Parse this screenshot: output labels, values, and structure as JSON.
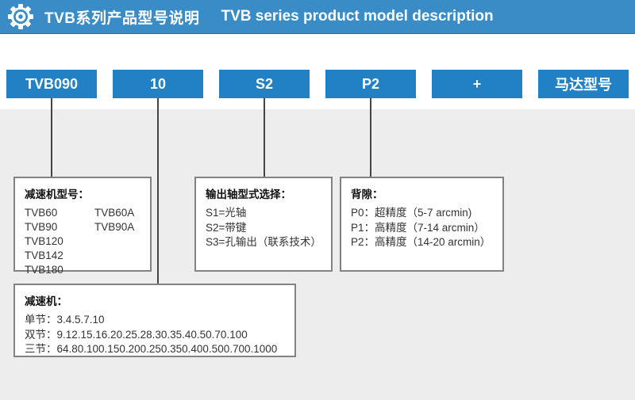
{
  "header": {
    "title_zh": "TVB系列产品型号说明",
    "title_en": "TVB series product model description"
  },
  "model_code": {
    "segments": [
      {
        "label": "TVB090"
      },
      {
        "label": "10"
      },
      {
        "label": "S2"
      },
      {
        "label": "P2"
      },
      {
        "label": "+"
      },
      {
        "label": "马达型号"
      }
    ]
  },
  "callouts": {
    "gearbox_model": {
      "heading": "减速机型号：",
      "rows": [
        [
          "TVB60",
          "TVB60A"
        ],
        [
          "TVB90",
          "TVB90A"
        ],
        [
          "TVB120"
        ],
        [
          "TVB142"
        ],
        [
          "TVB180"
        ]
      ]
    },
    "output_shaft": {
      "heading": "输出轴型式选择：",
      "items": [
        "S1=光轴",
        "S2=带键",
        "S3=孔输出（联系技术）"
      ]
    },
    "backlash": {
      "heading": "背隙：",
      "items": [
        "P0：超精度（5-7 arcmin)",
        "P1：高精度（7-14 arcmin）",
        "P2：高精度（14-20 arcmin）"
      ]
    },
    "ratio": {
      "heading": "减速机：",
      "items": [
        "单节：3.4.5.7.10",
        "双节：9.12.15.16.20.25.28.30.35.40.50.70.100",
        "三节：64.80.100.150.200.250.350.400.500.700.1000"
      ]
    }
  },
  "colors": {
    "header_blue": "#3a8cc7",
    "segment_blue": "#2181c4",
    "panel_gray": "#ededed",
    "callout_border_gray": "#828282",
    "connector_dark": "#454545"
  }
}
